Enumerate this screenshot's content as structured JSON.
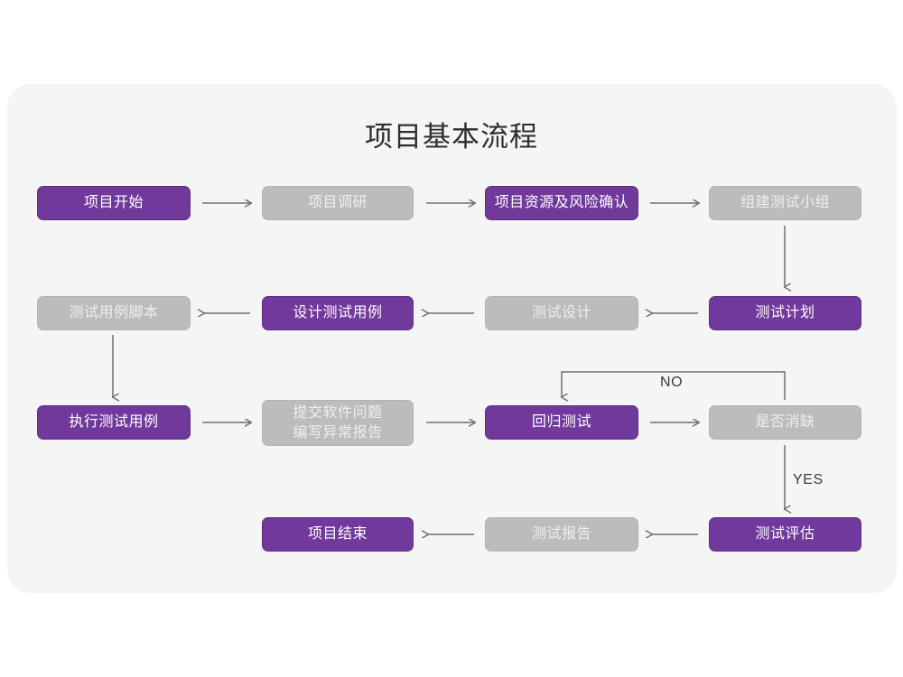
{
  "diagram": {
    "title": "项目基本流程",
    "colors": {
      "purple": "#71399B",
      "gray": "#BCBCBC",
      "card_bg": "#F5F5F5",
      "page_bg": "#FFFFFF",
      "connector": "#6E6E6E",
      "title_text": "#2E2E2E"
    },
    "nodes": [
      {
        "id": "n1",
        "label": "项目开始",
        "style": "purple",
        "row": 1,
        "col": 1
      },
      {
        "id": "n2",
        "label": "项目调研",
        "style": "gray",
        "row": 1,
        "col": 2
      },
      {
        "id": "n3",
        "label": "项目资源及风险确认",
        "style": "purple",
        "row": 1,
        "col": 3
      },
      {
        "id": "n4",
        "label": "组建测试小组",
        "style": "gray",
        "row": 1,
        "col": 4
      },
      {
        "id": "n5",
        "label": "测试用例脚本",
        "style": "gray",
        "row": 2,
        "col": 1
      },
      {
        "id": "n6",
        "label": "设计测试用例",
        "style": "purple",
        "row": 2,
        "col": 2
      },
      {
        "id": "n7",
        "label": "测试设计",
        "style": "gray",
        "row": 2,
        "col": 3
      },
      {
        "id": "n8",
        "label": "测试计划",
        "style": "purple",
        "row": 2,
        "col": 4
      },
      {
        "id": "n9",
        "label": "执行测试用例",
        "style": "purple",
        "row": 3,
        "col": 1
      },
      {
        "id": "n10",
        "label": "提交软件问题\n编写异常报告",
        "style": "gray",
        "row": 3,
        "col": 2
      },
      {
        "id": "n11",
        "label": "回归测试",
        "style": "purple",
        "row": 3,
        "col": 3
      },
      {
        "id": "n12",
        "label": "是否消缺",
        "style": "gray",
        "row": 3,
        "col": 4
      },
      {
        "id": "n13",
        "label": "项目结束",
        "style": "purple",
        "row": 4,
        "col": 2
      },
      {
        "id": "n14",
        "label": "测试报告",
        "style": "gray",
        "row": 4,
        "col": 3
      },
      {
        "id": "n15",
        "label": "测试评估",
        "style": "purple",
        "row": 4,
        "col": 4
      }
    ],
    "edge_labels": {
      "no": "NO",
      "yes": "YES"
    },
    "edges": [
      {
        "from": "n1",
        "to": "n2",
        "direction": "right"
      },
      {
        "from": "n2",
        "to": "n3",
        "direction": "right"
      },
      {
        "from": "n3",
        "to": "n4",
        "direction": "right"
      },
      {
        "from": "n4",
        "to": "n8",
        "direction": "down"
      },
      {
        "from": "n8",
        "to": "n7",
        "direction": "left"
      },
      {
        "from": "n7",
        "to": "n6",
        "direction": "left"
      },
      {
        "from": "n6",
        "to": "n5",
        "direction": "left"
      },
      {
        "from": "n5",
        "to": "n9",
        "direction": "down"
      },
      {
        "from": "n9",
        "to": "n10",
        "direction": "right"
      },
      {
        "from": "n10",
        "to": "n11",
        "direction": "right"
      },
      {
        "from": "n11",
        "to": "n12",
        "direction": "right"
      },
      {
        "from": "n12",
        "to": "n11",
        "direction": "loop-up-left",
        "label": "NO"
      },
      {
        "from": "n12",
        "to": "n15",
        "direction": "down",
        "label": "YES"
      },
      {
        "from": "n15",
        "to": "n14",
        "direction": "left"
      },
      {
        "from": "n14",
        "to": "n13",
        "direction": "left"
      }
    ]
  }
}
